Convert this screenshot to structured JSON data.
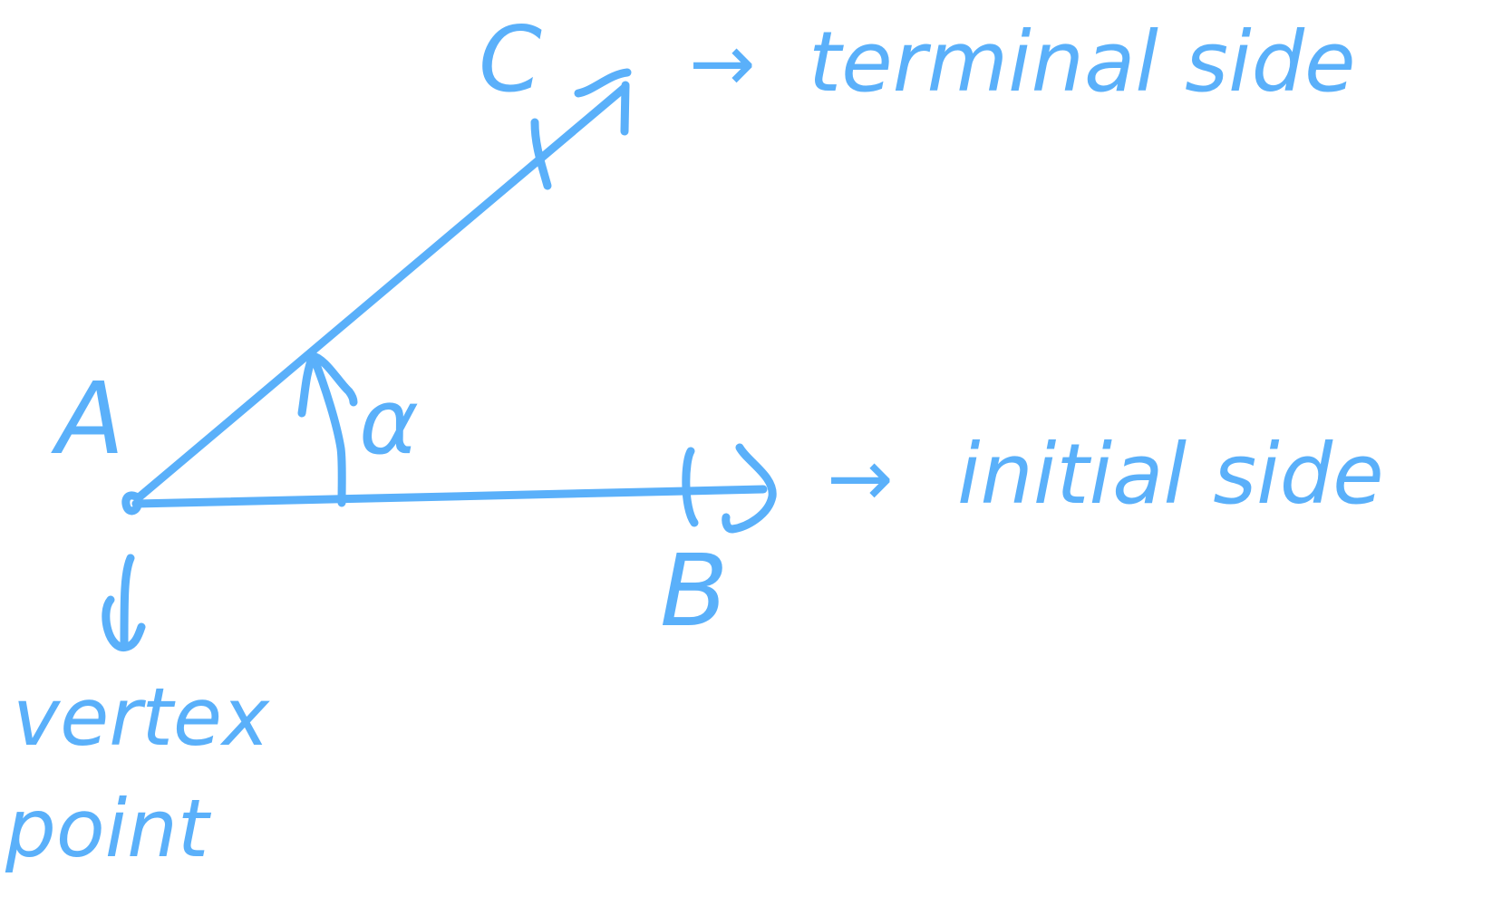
{
  "ink_color": "#5ab0fa",
  "background_color": "#ffffff",
  "labels": {
    "vertex_letter": "A",
    "initial_letter": "B",
    "terminal_letter": "C",
    "angle_symbol": "α",
    "terminal_side": "terminal side",
    "initial_side": "initial side",
    "vertex_line1": "vertex",
    "vertex_line2": "point"
  },
  "arrows": {
    "terminal": "→",
    "initial": "→",
    "vertex": "↓"
  }
}
